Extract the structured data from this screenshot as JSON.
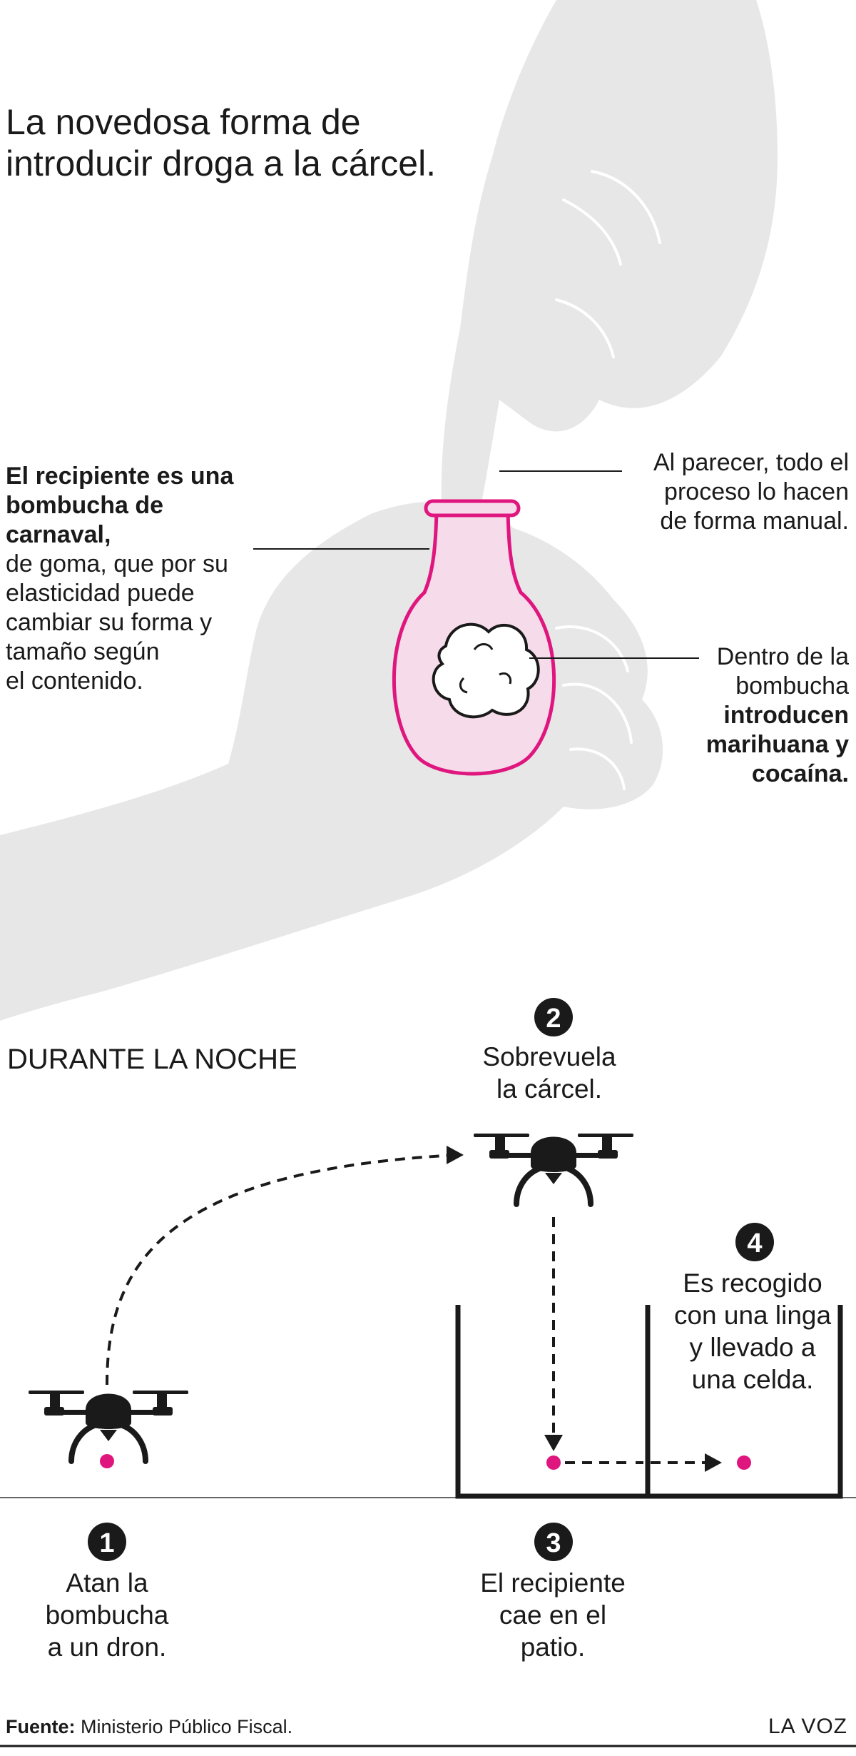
{
  "title": [
    "La novedosa forma de",
    "introducir droga a la cárcel."
  ],
  "notes": {
    "recipient_bold": [
      "El recipiente es una",
      "bombucha de carnaval,"
    ],
    "recipient_rest": [
      "de goma, que por su",
      "elasticidad puede",
      "cambiar su forma y",
      "tamaño según",
      "el contenido."
    ],
    "manual": [
      "Al parecer, todo el",
      "proceso lo hacen",
      "de forma manual."
    ],
    "inside_regular": [
      "Dentro de la",
      "bombucha"
    ],
    "inside_bold": [
      "introducen",
      "marihuana y",
      "cocaína."
    ]
  },
  "section_label": "DURANTE LA NOCHE",
  "steps": [
    {
      "number": "1",
      "lines": [
        "Atan la",
        "bombucha",
        "a un dron."
      ]
    },
    {
      "number": "2",
      "lines": [
        "Sobrevuela",
        "la cárcel."
      ]
    },
    {
      "number": "3",
      "lines": [
        "El recipiente",
        "cae en el",
        "patio."
      ]
    },
    {
      "number": "4",
      "lines": [
        "Es recogido",
        "con una linga",
        "y llevado a",
        "una celda."
      ]
    }
  ],
  "footer": {
    "source_label": "Fuente:",
    "source_text": "Ministerio Público Fiscal.",
    "brand": "LA VOZ"
  },
  "colors": {
    "accent": "#e0167f",
    "hand": "#e7e7e7",
    "ink": "#1a1a1a",
    "balloon_fill": "#f6dceb"
  }
}
